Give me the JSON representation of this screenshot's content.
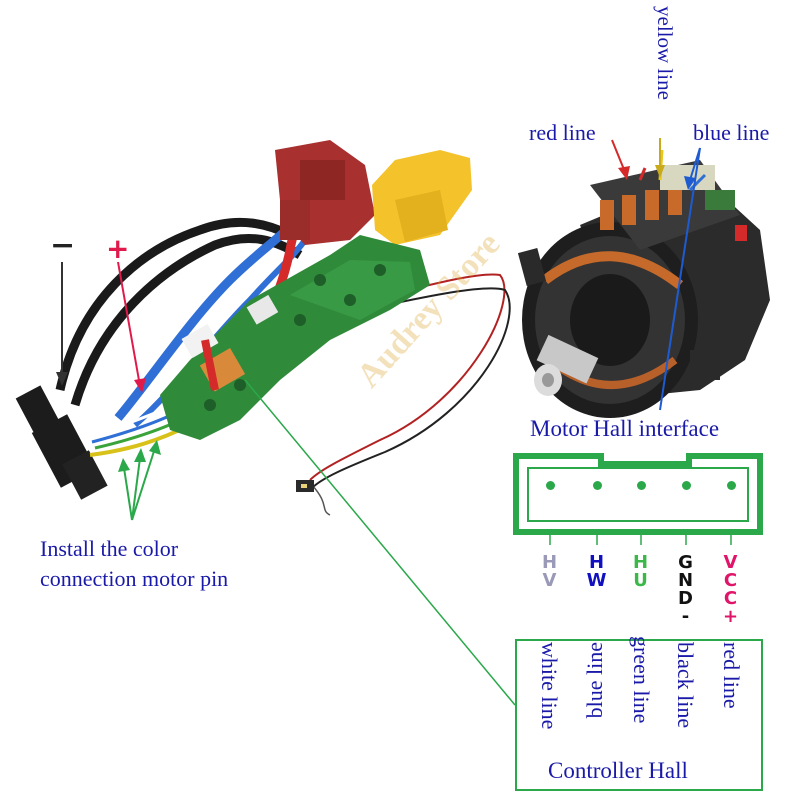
{
  "labels": {
    "minus": "−",
    "plus": "+",
    "install_line1": "Install the color",
    "install_line2": "connection motor pin",
    "red_line": "red line",
    "yellow_line": "yellow line",
    "blue_line": "blue line",
    "motor_hall_interface": "Motor Hall interface",
    "controller_hall": "Controller Hall",
    "watermark": "Audrey Store"
  },
  "pins": [
    {
      "name": "HV",
      "color": "#9a9ab8"
    },
    {
      "name": "HW",
      "color": "#1010c0"
    },
    {
      "name": "HU",
      "color": "#3cb84a"
    },
    {
      "name": "GND-",
      "color": "#111111"
    },
    {
      "name": "VCC+",
      "color": "#e0156a"
    }
  ],
  "wire_labels": [
    "white line",
    "blue line",
    "green line",
    "black line",
    "red line"
  ],
  "colors": {
    "accent_green": "#2aa84a",
    "text_blue": "#1a1aa8",
    "plus_red": "#e01b4c"
  }
}
